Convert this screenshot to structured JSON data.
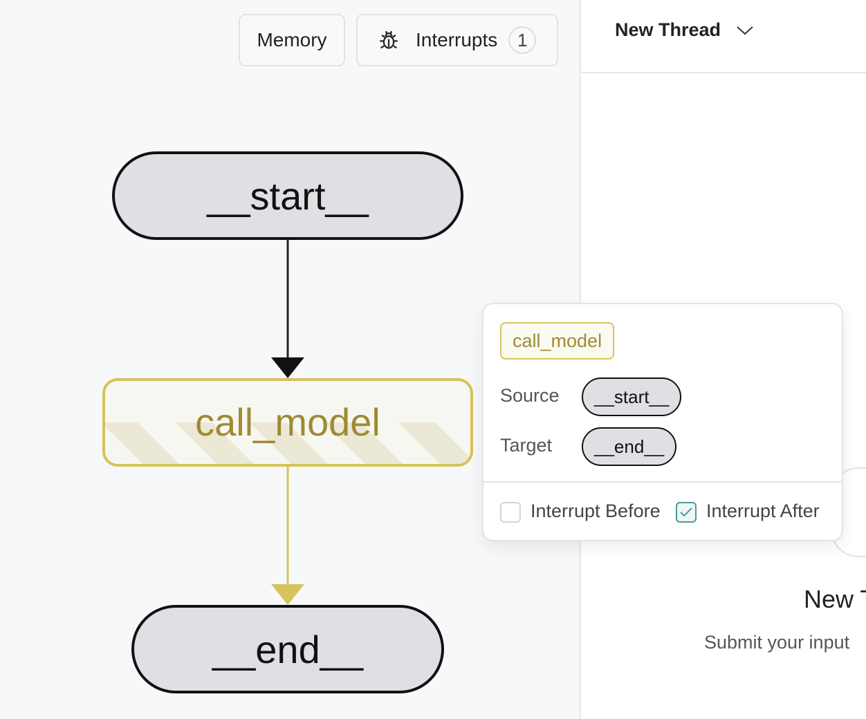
{
  "toolbar": {
    "memory_label": "Memory",
    "interrupts_label": "Interrupts",
    "interrupts_count": "1"
  },
  "graph": {
    "nodes": {
      "start": "__start__",
      "call_model": "call_model",
      "end": "__end__"
    },
    "colors": {
      "active": "#d6c35a",
      "active_text": "#9e8b33",
      "node_fill": "#dfe0e3"
    }
  },
  "popover": {
    "node": "call_model",
    "source_label": "Source",
    "source": "__start__",
    "target_label": "Target",
    "target": "__end__",
    "interrupt_before_label": "Interrupt Before",
    "interrupt_before": false,
    "interrupt_after_label": "Interrupt After",
    "interrupt_after": true
  },
  "thread": {
    "selector": "New Thread",
    "empty_title": "New T",
    "empty_subtitle": "Submit your input"
  }
}
